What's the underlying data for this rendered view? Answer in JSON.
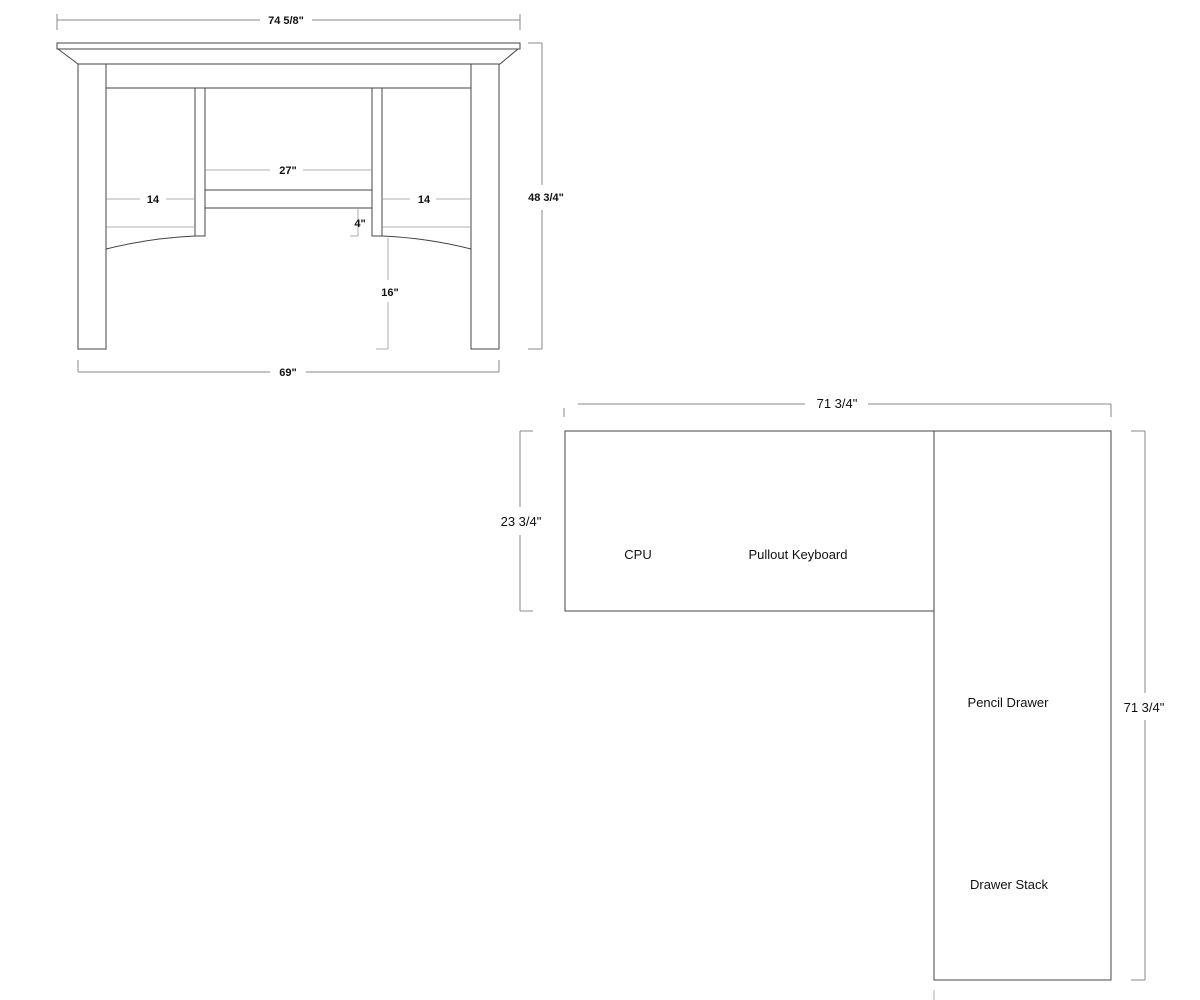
{
  "elevation": {
    "overall_width": "74 5/8\"",
    "height": "48 3/4\"",
    "base_width": "69\"",
    "knee_opening": "27\"",
    "side_left": "14",
    "side_right": "14",
    "apron_drop": "4\"",
    "clearance": "16\""
  },
  "plan": {
    "top_width": "71 3/4\"",
    "return_length": "71 3/4\"",
    "depth": "23 3/4\"",
    "labels": {
      "cpu": "CPU",
      "keyboard": "Pullout Keyboard",
      "pencil_drawer": "Pencil Drawer",
      "drawer_stack": "Drawer Stack"
    }
  },
  "colors": {
    "line": "#444444",
    "text": "#111111",
    "background": "#ffffff"
  }
}
